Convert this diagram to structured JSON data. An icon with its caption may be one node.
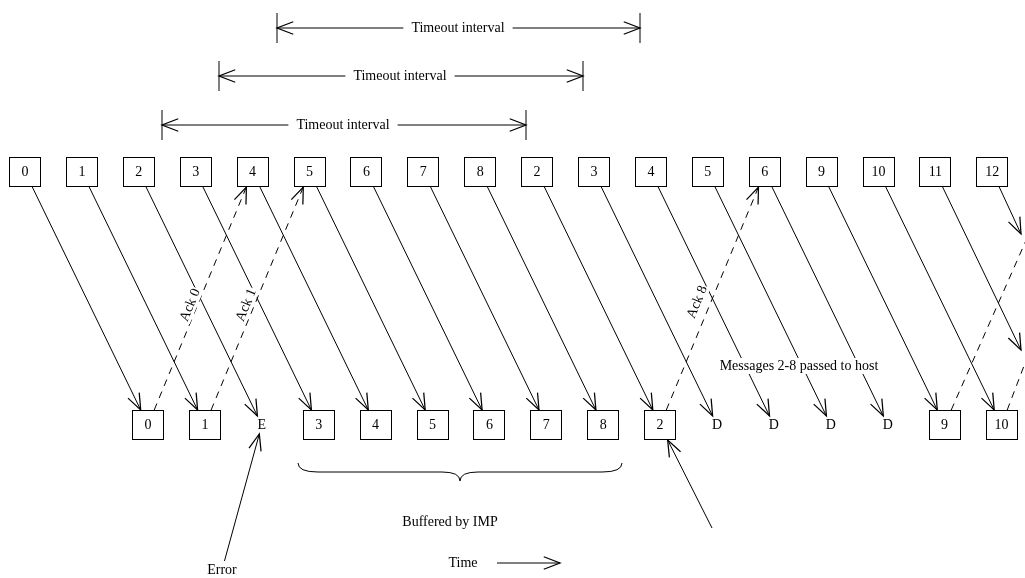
{
  "diagram": {
    "nodes": [
      {
        "text": [
          "0"
        ]
      },
      {
        "text": [
          "1"
        ]
      },
      {
        "text": [
          "2"
        ]
      },
      {
        "text": [
          "3"
        ]
      },
      {
        "text": [
          "4"
        ]
      },
      {
        "text": [
          "5"
        ]
      },
      {
        "text": [
          "6"
        ]
      },
      {
        "text": [
          "7"
        ]
      },
      {
        "text": [
          "8"
        ]
      },
      {
        "text": [
          "2"
        ]
      },
      {
        "text": [
          "3"
        ]
      },
      {
        "text": [
          "4"
        ]
      },
      {
        "text": [
          "5"
        ]
      },
      {
        "text": [
          "6"
        ]
      },
      {
        "text": [
          "9"
        ]
      },
      {
        "text": [
          "10"
        ]
      },
      {
        "text": [
          "11"
        ]
      },
      {
        "text": [
          "12"
        ]
      },
      {
        "text": [
          "0"
        ]
      },
      {
        "text": [
          "1"
        ]
      },
      {
        "text": [
          "E"
        ]
      },
      {
        "text": [
          "3"
        ]
      },
      {
        "text": [
          "4"
        ]
      },
      {
        "text": [
          "5"
        ]
      },
      {
        "text": [
          "6"
        ]
      },
      {
        "text": [
          "7"
        ]
      },
      {
        "text": [
          "8"
        ]
      },
      {
        "text": [
          "2"
        ]
      },
      {
        "text": [
          "D"
        ]
      },
      {
        "text": [
          "D"
        ]
      },
      {
        "text": [
          "D"
        ]
      },
      {
        "text": [
          "D"
        ]
      },
      {
        "text": [
          "9"
        ]
      },
      {
        "text": [
          "10"
        ]
      },
      {
        "text": [
          "Error"
        ]
      }
    ],
    "edges": [
      {
        "from": 0,
        "to": 18,
        "arrow": "to"
      },
      {
        "from": 1,
        "to": 19,
        "arrow": "to"
      },
      {
        "from": 2,
        "to": 20,
        "arrow": "to"
      },
      {
        "from": 3,
        "to": 21,
        "arrow": "to"
      },
      {
        "from": 4,
        "to": 22,
        "arrow": "to"
      },
      {
        "from": 5,
        "to": 23,
        "arrow": "to"
      },
      {
        "from": 6,
        "to": 24,
        "arrow": "to"
      },
      {
        "from": 7,
        "to": 25,
        "arrow": "to"
      },
      {
        "from": 8,
        "to": 26,
        "arrow": "to"
      },
      {
        "from": 9,
        "to": 27,
        "arrow": "to"
      },
      {
        "from": 10,
        "to": 28,
        "arrow": "to"
      },
      {
        "from": 11,
        "to": 29,
        "arrow": "to"
      },
      {
        "from": 12,
        "to": 30,
        "arrow": "to"
      },
      {
        "from": 13,
        "to": 31,
        "arrow": "to"
      },
      {
        "from": 14,
        "to": 32,
        "arrow": "to"
      },
      {
        "from": 15,
        "to": 33,
        "arrow": "to"
      },
      {
        "from": 16,
        "to": null,
        "arrow": "to"
      },
      {
        "from": 17,
        "to": null,
        "arrow": "to"
      },
      {
        "from": 18,
        "to": 4,
        "arrow": "to",
        "label": "Ack 0",
        "style": "dashed"
      },
      {
        "from": 19,
        "to": 5,
        "arrow": "to",
        "label": "Ack 1",
        "style": "dashed"
      },
      {
        "from": 27,
        "to": 13,
        "arrow": "to",
        "label": "Ack 8",
        "style": "dashed"
      },
      {
        "from": 32,
        "to": null,
        "arrow": "none",
        "style": "dashed"
      },
      {
        "from": 33,
        "to": null,
        "arrow": "none",
        "style": "dashed"
      },
      {
        "from": 34,
        "to": 20,
        "arrow": "to"
      },
      {
        "from": null,
        "to": 27,
        "arrow": "to"
      }
    ],
    "labels": [
      "Timeout interval",
      "Timeout interval",
      "Timeout interval",
      "Messages 2-8 passed to host",
      "Buffered by IMP",
      "Time"
    ]
  }
}
